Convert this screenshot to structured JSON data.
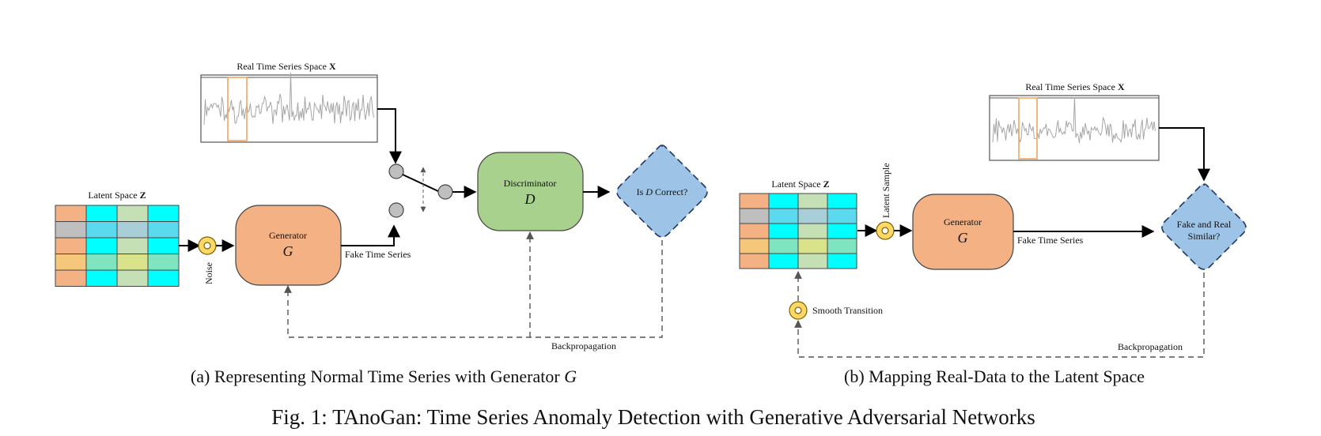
{
  "panel_a": {
    "ts_title": "Real Time Series Space ",
    "ts_title_bold": "X",
    "latent_title": "Latent Space ",
    "latent_title_bold": "Z",
    "noise": "Noise",
    "generator": "Generator",
    "generator_symbol": "G",
    "fake_ts": "Fake Time Series",
    "discriminator": "Discriminator",
    "discriminator_symbol": "D",
    "decision_pre": "Is ",
    "decision_symbol": "D",
    "decision_post": " Correct?",
    "backprop": "Backpropagation",
    "caption_pre": "(a) Representing Normal Time Series with Generator ",
    "caption_symbol": "G"
  },
  "panel_b": {
    "ts_title": "Real Time Series Space ",
    "ts_title_bold": "X",
    "latent_title": "Latent Space ",
    "latent_title_bold": "Z",
    "latent_sample": "Latent Sample",
    "generator": "Generator",
    "generator_symbol": "G",
    "fake_ts": "Fake Time Series",
    "decision_line1": "Fake and Real",
    "decision_line2": "Similar?",
    "smooth": "Smooth Transition",
    "backprop": "Backpropagation",
    "caption": "(b) Mapping Real-Data to the Latent Space"
  },
  "figure_caption": "Fig. 1: TAnoGan: Time Series Anomaly Detection with Generative Adversarial Networks",
  "colors": {
    "generator": "#f4b183",
    "discriminator": "#a9d18e",
    "decision": "#9dc3e6",
    "ts_trace": "#a6a6a6",
    "window": "#f4a460",
    "knob": "#ffd966",
    "grid": [
      [
        "#f4b183",
        "#00ffff",
        "#c5e0b4",
        "#00ffff"
      ],
      [
        "#bfbfbf",
        "#5bd9ef",
        "#a8cfd8",
        "#5bd9ef"
      ],
      [
        "#f4b183",
        "#00ffff",
        "#c5e0b4",
        "#00ffff"
      ],
      [
        "#f4c77a",
        "#7fe5c0",
        "#d9e38a",
        "#7fe5c0"
      ],
      [
        "#f4b183",
        "#00ffff",
        "#c5e0b4",
        "#00ffff"
      ]
    ]
  }
}
